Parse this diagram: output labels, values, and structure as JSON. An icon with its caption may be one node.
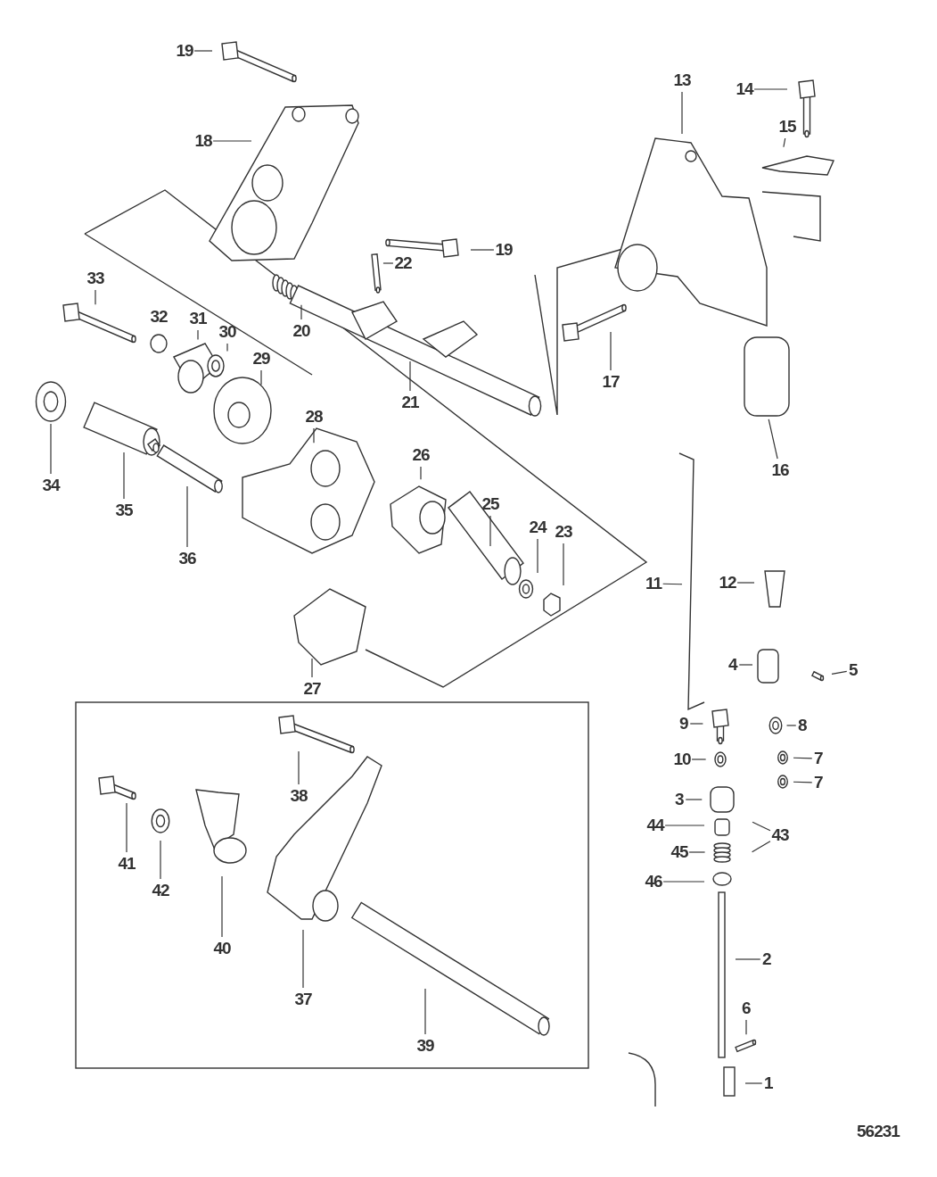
{
  "diagram": {
    "nodes": [
      {
        "text": [
          "19"
        ]
      },
      {
        "text": [
          "13"
        ]
      },
      {
        "text": [
          "14"
        ]
      },
      {
        "text": [
          "15"
        ]
      },
      {
        "text": [
          "18"
        ]
      },
      {
        "text": [
          "19"
        ]
      },
      {
        "text": [
          "22"
        ]
      },
      {
        "text": [
          "33"
        ]
      },
      {
        "text": [
          "31"
        ]
      },
      {
        "text": [
          "30"
        ]
      },
      {
        "text": [
          "20"
        ]
      },
      {
        "text": [
          "29"
        ]
      },
      {
        "text": [
          "21"
        ]
      },
      {
        "text": [
          "17"
        ]
      },
      {
        "text": [
          "28"
        ]
      },
      {
        "text": [
          "16"
        ]
      },
      {
        "text": [
          "34"
        ]
      },
      {
        "text": [
          "35"
        ]
      },
      {
        "text": [
          "26"
        ]
      },
      {
        "text": [
          "25"
        ]
      },
      {
        "text": [
          "24"
        ]
      },
      {
        "text": [
          "23"
        ]
      },
      {
        "text": [
          "36"
        ]
      },
      {
        "text": [
          "11"
        ]
      },
      {
        "text": [
          "12"
        ]
      },
      {
        "text": [
          "27"
        ]
      },
      {
        "text": [
          "4"
        ]
      },
      {
        "text": [
          "5"
        ]
      },
      {
        "text": [
          "9"
        ]
      },
      {
        "text": [
          "8"
        ]
      },
      {
        "text": [
          "10"
        ]
      },
      {
        "text": [
          "7"
        ]
      },
      {
        "text": [
          "7"
        ]
      },
      {
        "text": [
          "3"
        ]
      },
      {
        "text": [
          "44"
        ]
      },
      {
        "text": [
          "43"
        ]
      },
      {
        "text": [
          "45"
        ]
      },
      {
        "text": [
          "46"
        ]
      },
      {
        "text": [
          "38"
        ]
      },
      {
        "text": [
          "41"
        ]
      },
      {
        "text": [
          "42"
        ]
      },
      {
        "text": [
          "40"
        ]
      },
      {
        "text": [
          "2"
        ]
      },
      {
        "text": [
          "37"
        ]
      },
      {
        "text": [
          "39"
        ]
      },
      {
        "text": [
          "6"
        ]
      },
      {
        "text": [
          "1"
        ]
      }
    ],
    "edges": [
      {
        "from": 0,
        "to": null,
        "arrow": "none"
      },
      {
        "from": 1,
        "to": null,
        "arrow": "none"
      },
      {
        "from": 2,
        "to": null,
        "arrow": "none"
      },
      {
        "from": 3,
        "to": null,
        "arrow": "none"
      },
      {
        "from": 4,
        "to": null,
        "arrow": "none"
      },
      {
        "from": 5,
        "to": null,
        "arrow": "none"
      },
      {
        "from": 6,
        "to": null,
        "arrow": "none"
      },
      {
        "from": 7,
        "to": null,
        "arrow": "none"
      },
      {
        "from": 8,
        "to": null,
        "arrow": "none"
      },
      {
        "from": 9,
        "to": null,
        "arrow": "none"
      },
      {
        "from": 10,
        "to": null,
        "arrow": "none"
      },
      {
        "from": 11,
        "to": null,
        "arrow": "none"
      },
      {
        "from": 12,
        "to": null,
        "arrow": "none"
      },
      {
        "from": 13,
        "to": null,
        "arrow": "none"
      },
      {
        "from": 14,
        "to": null,
        "arrow": "none"
      },
      {
        "from": 15,
        "to": null,
        "arrow": "none"
      },
      {
        "from": 16,
        "to": null,
        "arrow": "none"
      },
      {
        "from": 17,
        "to": null,
        "arrow": "none"
      },
      {
        "from": 18,
        "to": null,
        "arrow": "none"
      },
      {
        "from": 19,
        "to": null,
        "arrow": "none"
      },
      {
        "from": 20,
        "to": null,
        "arrow": "none"
      },
      {
        "from": 21,
        "to": null,
        "arrow": "none"
      },
      {
        "from": 22,
        "to": null,
        "arrow": "none"
      },
      {
        "from": 23,
        "to": null,
        "arrow": "none"
      },
      {
        "from": 24,
        "to": null,
        "arrow": "none"
      },
      {
        "from": 25,
        "to": null,
        "arrow": "none"
      },
      {
        "from": 26,
        "to": null,
        "arrow": "none"
      },
      {
        "from": 27,
        "to": null,
        "arrow": "none"
      },
      {
        "from": 28,
        "to": null,
        "arrow": "none"
      },
      {
        "from": 29,
        "to": null,
        "arrow": "none"
      },
      {
        "from": 30,
        "to": null,
        "arrow": "none"
      },
      {
        "from": 31,
        "to": null,
        "arrow": "none"
      },
      {
        "from": 32,
        "to": null,
        "arrow": "none"
      },
      {
        "from": 33,
        "to": null,
        "arrow": "none"
      },
      {
        "from": 34,
        "to": null,
        "arrow": "none"
      },
      {
        "from": 35,
        "to": null,
        "arrow": "none"
      },
      {
        "from": 35,
        "to": null,
        "arrow": "none"
      },
      {
        "from": 36,
        "to": null,
        "arrow": "none"
      },
      {
        "from": 37,
        "to": null,
        "arrow": "none"
      },
      {
        "from": 38,
        "to": null,
        "arrow": "none"
      },
      {
        "from": 39,
        "to": null,
        "arrow": "none"
      },
      {
        "from": 40,
        "to": null,
        "arrow": "none"
      },
      {
        "from": 41,
        "to": null,
        "arrow": "none"
      },
      {
        "from": 42,
        "to": null,
        "arrow": "none"
      },
      {
        "from": 43,
        "to": null,
        "arrow": "none"
      },
      {
        "from": 44,
        "to": null,
        "arrow": "none"
      },
      {
        "from": 45,
        "to": null,
        "arrow": "none"
      },
      {
        "from": 46,
        "to": null,
        "arrow": "none"
      }
    ],
    "labels": [
      "32",
      "56231"
    ]
  }
}
